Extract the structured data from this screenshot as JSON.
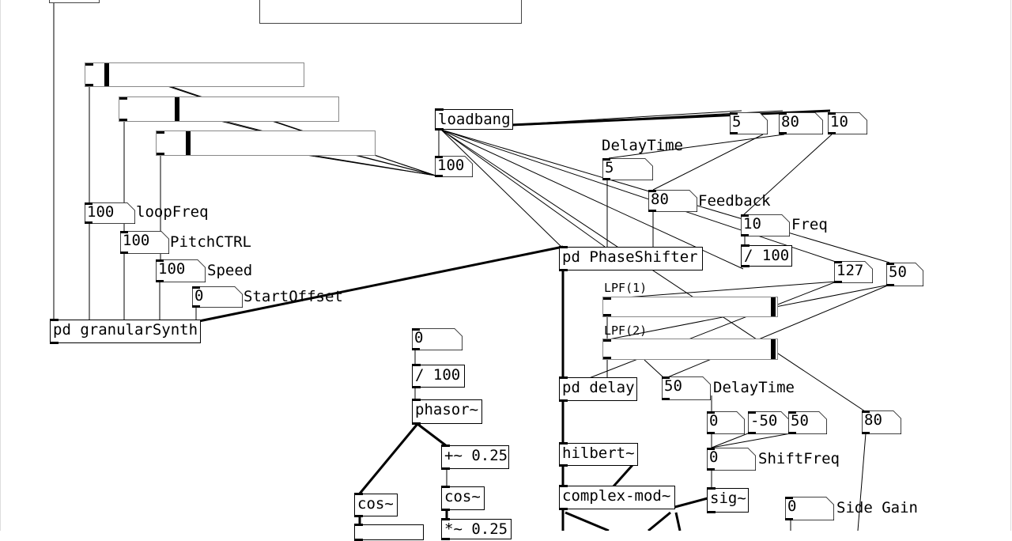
{
  "objects": {
    "loadbang": "loadbang",
    "phaseshifter": "pd PhaseShifter",
    "div100_a": "/ 100",
    "granular": "pd granularSynth",
    "div100_b": "/ 100",
    "phasor": "phasor~",
    "plus025": "+~ 0.25",
    "cos_a": "cos~",
    "cos_b": "cos~",
    "times025": "*~ 0.25",
    "delay": "pd delay",
    "hilbert": "hilbert~",
    "complexmod": "complex-mod~",
    "sig": "sig~"
  },
  "numbers": {
    "n5": "5",
    "n80": "80",
    "n10": "10",
    "n100lb": "100",
    "delaytime5": "5",
    "feedback80": "80",
    "freq10": "10",
    "n127": "127",
    "n50": "50",
    "loopfreq": "100",
    "pitchctrl": "100",
    "speed": "100",
    "startoffset": "0",
    "phasor0": "0",
    "delay50": "50",
    "shift0a": "0",
    "neg50": "-50",
    "pos50": "50",
    "shift0b": "0",
    "n80b": "80",
    "sidegain": "0"
  },
  "labels": {
    "delaytime_top": "DelayTime",
    "feedback": "Feedback",
    "freq": "Freq",
    "loopfreq": "loopFreq",
    "pitchctrl": "PitchCTRL",
    "speed": "Speed",
    "startoffset": "StartOffset",
    "lpf1": "LPF(1)",
    "lpf2": "LPF(2)",
    "delaytime_bottom": "DelayTime",
    "shiftfreq": "ShiftFreq",
    "sidegain": "Side Gain"
  },
  "sliders": {
    "slider1_level": 0.08,
    "slider2_level": 0.26,
    "slider3_level": 0.14,
    "lpf1_level": 0.98,
    "lpf2_level": 0.98
  }
}
